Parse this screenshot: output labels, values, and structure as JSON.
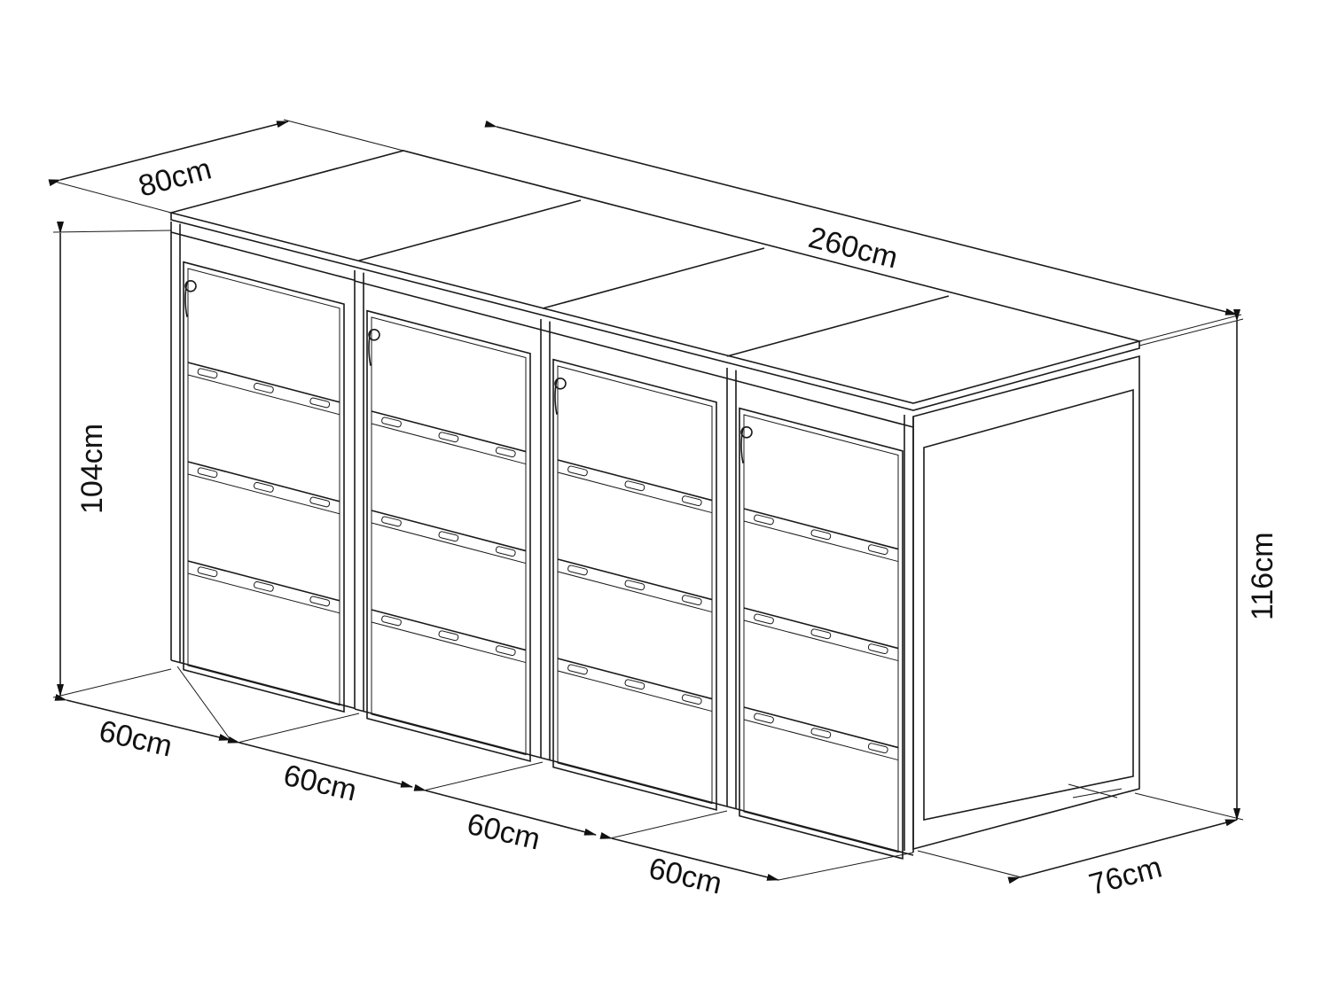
{
  "dimensions": {
    "lid_depth": "80cm",
    "total_width": "260cm",
    "front_height": "104cm",
    "back_height": "116cm",
    "bin_widths": [
      "60cm",
      "60cm",
      "60cm",
      "60cm"
    ],
    "base_depth": "76cm"
  }
}
